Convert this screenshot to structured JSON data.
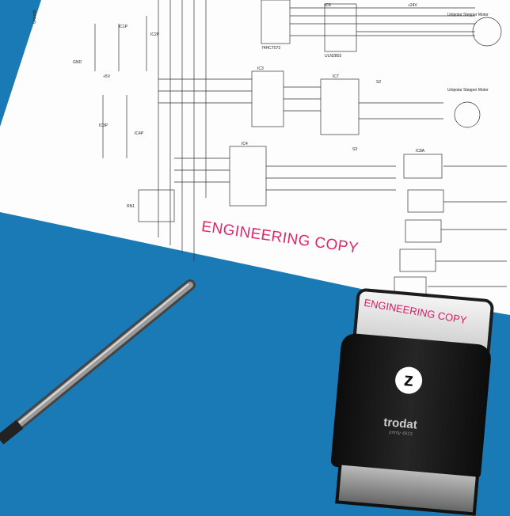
{
  "paper": {
    "stamped_text": "ENGINEERING COPY",
    "schematic_labels": {
      "ic6": "IC6",
      "ic3": "IC3",
      "ic7": "IC7",
      "ic4": "IC4",
      "ic1p": "IC1P",
      "ic2p": "IC2P",
      "ic3p": "IC3P",
      "ic4p": "IC4P",
      "latch": "74HCT573",
      "driver": "ULN2803",
      "motor": "Unipolar Stepper Motor",
      "v24": "+24V",
      "v5": "+5V",
      "gnd": "GND",
      "ground": "Ground",
      "ic8a": "IC8A",
      "rn1": "RN1",
      "s2": "S2",
      "s3": "S3"
    }
  },
  "stamp": {
    "label": "ENGINEERING COPY",
    "logo": "z",
    "brand": "trodat",
    "model": "printy 4913"
  },
  "colors": {
    "background": "#1a7ab5",
    "ink": "#e0266a",
    "stamp_body": "#1a1a1a"
  }
}
